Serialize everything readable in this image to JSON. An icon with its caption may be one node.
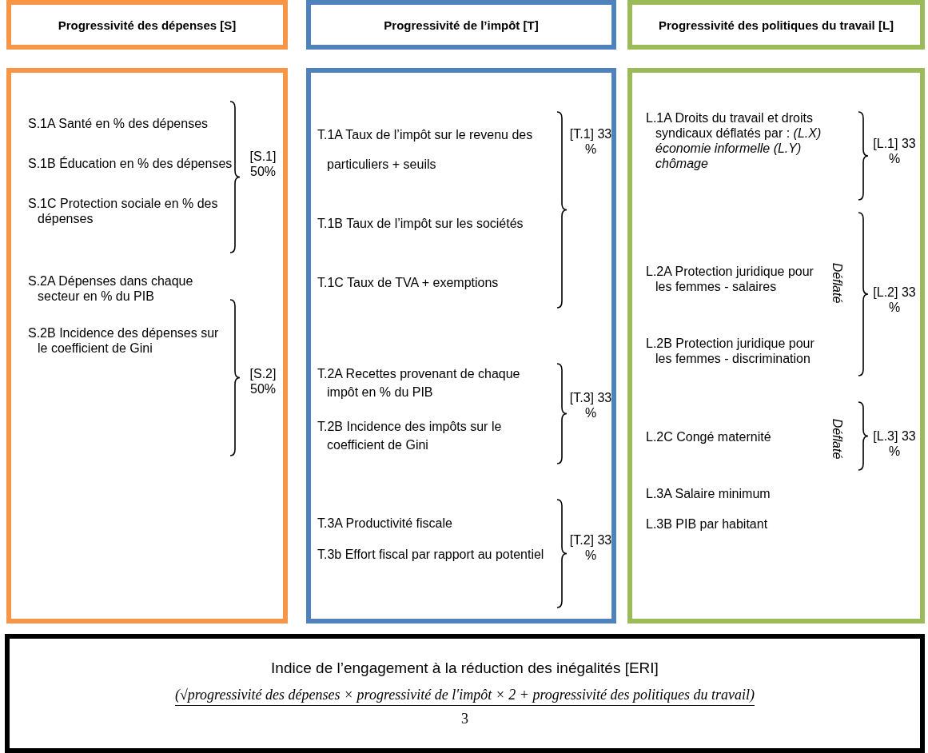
{
  "diagram": {
    "nodes": [
      {
        "text": [
          "Progressivité des dépenses [S]"
        ]
      },
      {
        "text": [
          "Progressivité de l’impôt [T]"
        ]
      },
      {
        "text": [
          "Progressivité des politiques du travail [L]"
        ]
      },
      {
        "text": [
          "S.1A Santé en % des dépenses",
          "S.1B Éducation en % des dépenses",
          "S.1C Protection sociale en % des dépenses",
          "S.2A Dépenses dans chaque secteur en % du PIB",
          "S.2B Incidence des dépenses sur le coefficient de Gini"
        ]
      },
      {
        "text": [
          "T.1A Taux de l’impôt sur le revenu des particuliers + seuils",
          "T.1B Taux de l’impôt sur les sociétés",
          "T.1C Taux de TVA + exemptions",
          "T.2A Recettes provenant de chaque impôt en % du PIB",
          "T.2B Incidence des impôts sur le coefficient de Gini",
          "T.3A Productivité fiscale",
          "T.3b Effort fiscal par rapport au potentiel"
        ]
      },
      {
        "text": [
          "L.1A Droits du travail et droits syndicaux déflatés par : *(L.X) économie informelle (L.Y) chômage*",
          "L.2A Protection juridique pour les femmes - salaires",
          "L.2B Protection juridique pour les femmes - discrimination",
          "L.2C Congé maternité",
          "L.3A Salaire minimum",
          "L.3B PIB par habitant"
        ]
      },
      {
        "text": [
          "Indice de l’engagement à la réduction des inégalités [ERI]",
          "(√progressivité des dépenses × progressivité de l′impôt × 2 + progressivité des politiques du travail)",
          "3"
        ]
      }
    ],
    "labels": [
      "[S.1] 50%",
      "[S.2] 50%",
      "[T.1] 33 %",
      "[T.3] 33 %",
      "[T.2] 33 %",
      "[L.1] 33 %",
      "Déflaté",
      "[L.2] 33 %",
      "Déflaté",
      "[L.3] 33 %"
    ]
  }
}
